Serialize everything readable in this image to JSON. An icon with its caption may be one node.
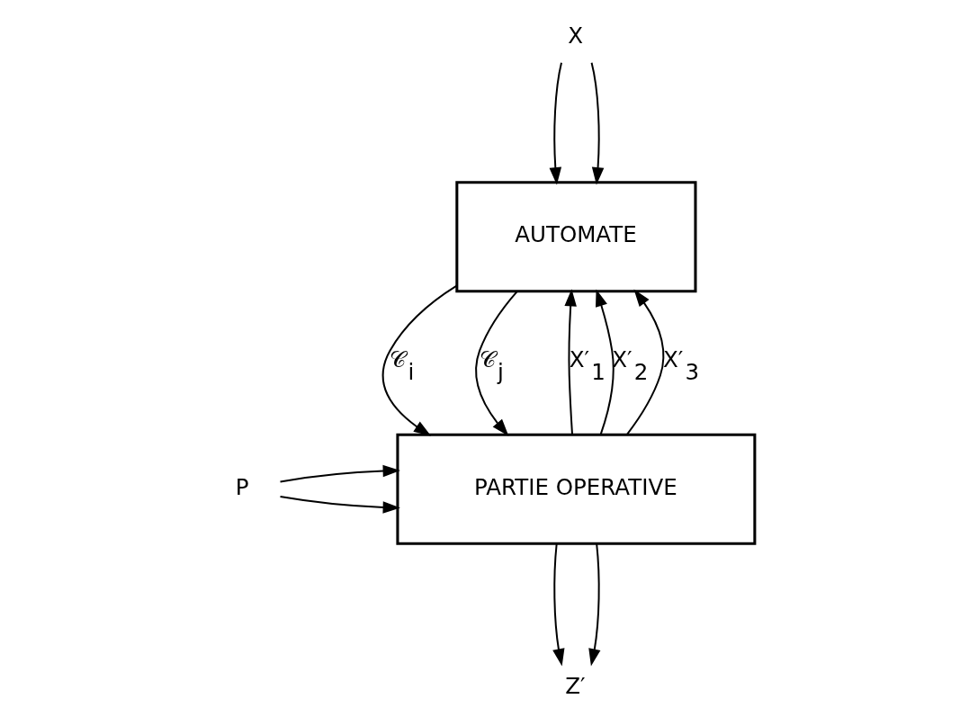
{
  "diagram": {
    "nodes": [
      {
        "text": [
          "X"
        ]
      },
      {
        "text": [
          "AUTOMATE"
        ]
      },
      {
        "text": [
          "P"
        ]
      },
      {
        "text": [
          "PARTIE OPERATIVE"
        ]
      },
      {
        "text": [
          "Z′"
        ]
      }
    ],
    "edges": [
      {
        "from": 0,
        "to": 1,
        "arrow": "to"
      },
      {
        "from": 0,
        "to": 1,
        "arrow": "to"
      },
      {
        "from": 1,
        "to": 3,
        "arrow": "to",
        "label": "𝒞$_{i}$"
      },
      {
        "from": 1,
        "to": 3,
        "arrow": "to",
        "label": "𝒞$_{j}$"
      },
      {
        "from": 3,
        "to": 1,
        "arrow": "to",
        "label": "X′$_{1}$"
      },
      {
        "from": 3,
        "to": 1,
        "arrow": "to",
        "label": "X′$_{2}$"
      },
      {
        "from": 3,
        "to": 1,
        "arrow": "to",
        "label": "X′$_{3}$"
      },
      {
        "from": 2,
        "to": 3,
        "arrow": "to"
      },
      {
        "from": 2,
        "to": 3,
        "arrow": "to"
      },
      {
        "from": 3,
        "to": 4,
        "arrow": "to"
      },
      {
        "from": 3,
        "to": 4,
        "arrow": "to"
      }
    ]
  }
}
